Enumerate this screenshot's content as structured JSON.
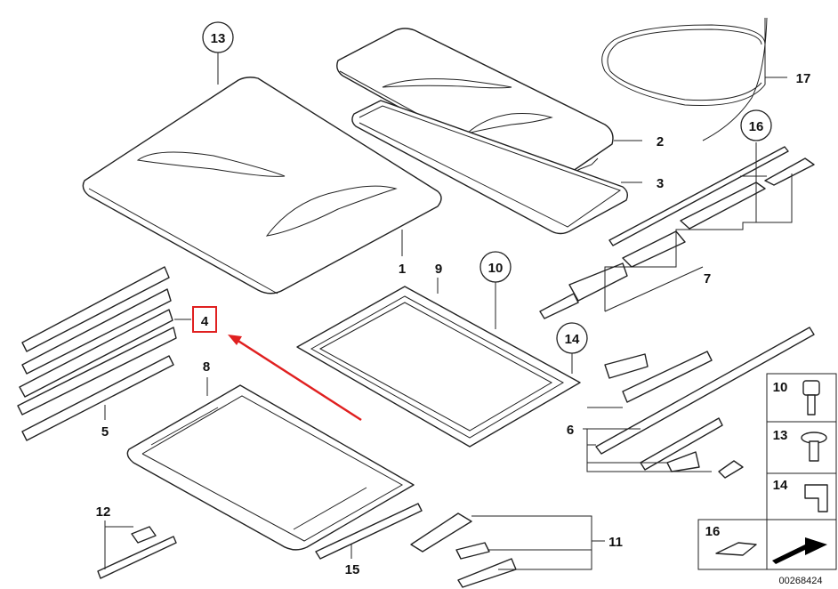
{
  "callouts": {
    "c1": "1",
    "c2": "2",
    "c3": "3",
    "c4": "4",
    "c5": "5",
    "c6": "6",
    "c7": "7",
    "c8": "8",
    "c9": "9",
    "c10": "10",
    "c11": "11",
    "c12": "12",
    "c13": "13",
    "c14": "14",
    "c15": "15",
    "c16": "16",
    "c17": "17"
  },
  "legend": {
    "l10": "10",
    "l13": "13",
    "l14": "14",
    "l16": "16"
  },
  "highlight": {
    "label": "4",
    "color": "#e02020"
  },
  "drawing_number": "00268424"
}
